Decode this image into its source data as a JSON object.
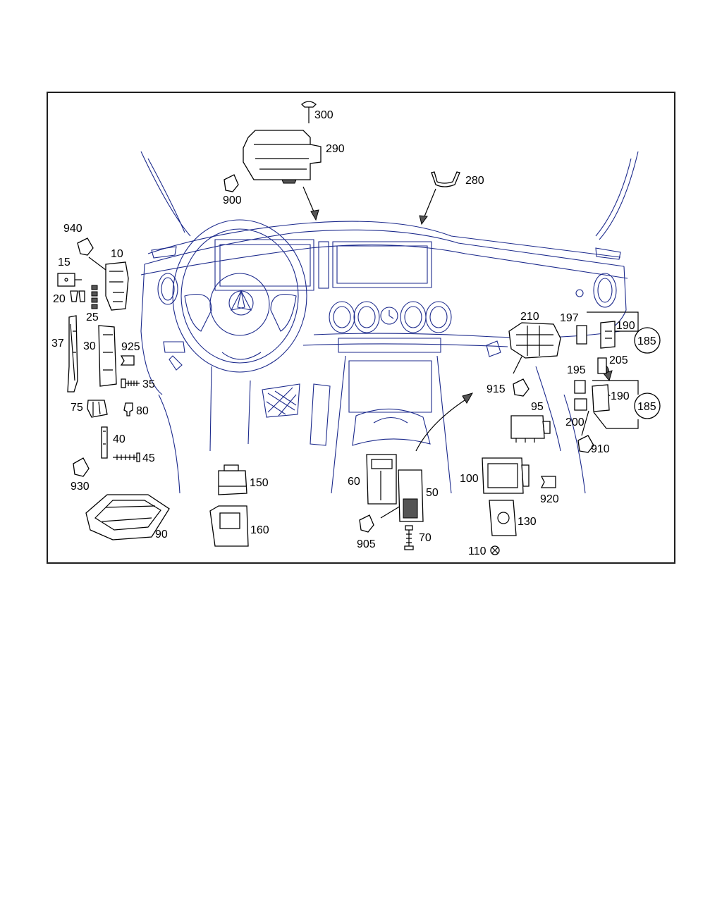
{
  "diagram": {
    "colors": {
      "frame": "#1f1f1f",
      "line_art": "#1c2a8c",
      "parts": "#000000"
    },
    "callouts": {
      "c300": "300",
      "c290": "290",
      "c900": "900",
      "c280": "280",
      "c940": "940",
      "c10": "10",
      "c15": "15",
      "c20": "20",
      "c25": "25",
      "c37": "37",
      "c30": "30",
      "c925": "925",
      "c35": "35",
      "c75": "75",
      "c80": "80",
      "c40": "40",
      "c45": "45",
      "c930": "930",
      "c150": "150",
      "c160": "160",
      "c90": "90",
      "c60": "60",
      "c50": "50",
      "c905": "905",
      "c70": "70",
      "c210": "210",
      "c915": "915",
      "c95": "95",
      "c197": "197",
      "c190a": "190",
      "c185a": "185",
      "c195": "195",
      "c205": "205",
      "c190b": "190",
      "c185b": "185",
      "c200": "200",
      "c910": "910",
      "c100": "100",
      "c920": "920",
      "c130": "130",
      "c110": "110"
    }
  }
}
